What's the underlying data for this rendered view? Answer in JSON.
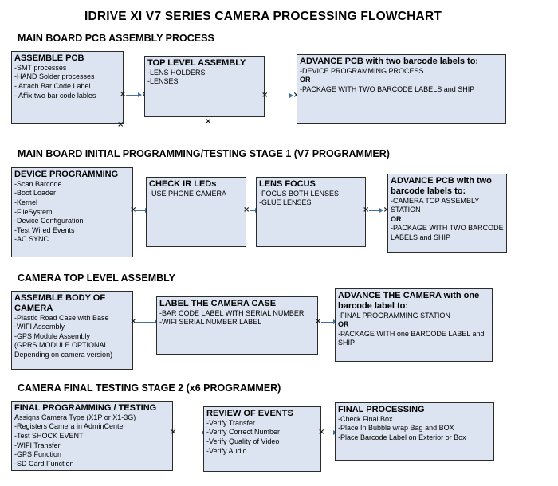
{
  "page_title": "IDRIVE XI V7 SERIES CAMERA PROCESSING FLOWCHART",
  "icons": {
    "connection_point": "×"
  },
  "colors": {
    "box_fill": "#dbe4f0",
    "box_border": "#2b2b2b",
    "arrow": "#41719c",
    "text": "#000000"
  },
  "sections": [
    {
      "heading": "MAIN BOARD PCB ASSEMBLY PROCESS",
      "boxes": [
        {
          "title": "ASSEMBLE PCB",
          "lines": [
            "-SMT processes",
            "-HAND Solder processes",
            "- Attach Bar Code Label",
            "- Affix two bar code lables"
          ]
        },
        {
          "title": "TOP LEVEL ASSEMBLY",
          "lines": [
            "-LENS HOLDERS",
            "-LENSES"
          ]
        },
        {
          "title": "ADVANCE PCB with two barcode labels to:",
          "lines": [
            "-DEVICE PROGRAMMING PROCESS",
            "OR",
            "-PACKAGE WITH TWO BARCODE LABELS and SHIP"
          ]
        }
      ]
    },
    {
      "heading": "MAIN BOARD INITIAL PROGRAMMING/TESTING STAGE 1 (V7 PROGRAMMER)",
      "boxes": [
        {
          "title": "DEVICE PROGRAMMING",
          "lines": [
            "-Scan Barcode",
            "-Boot Loader",
            "-Kernel",
            "-FileSystem",
            "-Device Configuration",
            "-Test Wired Events",
            "-AC SYNC"
          ]
        },
        {
          "title": "CHECK IR LEDs",
          "lines": [
            "-USE PHONE CAMERA"
          ]
        },
        {
          "title": "LENS FOCUS",
          "lines": [
            "-FOCUS BOTH LENSES",
            "-GLUE LENSES"
          ]
        },
        {
          "title": "ADVANCE PCB with two barcode labels to:",
          "lines": [
            "-CAMERA TOP ASSEMBLY STATION",
            "OR",
            "-PACKAGE WITH TWO BARCODE LABELS and SHIP"
          ]
        }
      ]
    },
    {
      "heading": "CAMERA TOP LEVEL ASSEMBLY",
      "boxes": [
        {
          "title": "ASSEMBLE BODY OF CAMERA",
          "lines": [
            "-Plastic Road Case with Base",
            "-WIFI Assembly",
            "-GPS Module Assembly",
            "(GPRS MODULE OPTIONAL",
            "Depending on camera version)"
          ]
        },
        {
          "title": "LABEL THE CAMERA CASE",
          "lines": [
            "-BAR CODE LABEL WITH SERIAL NUMBER",
            "-WIFI SERIAL NUMBER LABEL"
          ]
        },
        {
          "title": "ADVANCE THE CAMERA with one barcode label to:",
          "lines": [
            "-FINAL PROGRAMMING STATION",
            "OR",
            "-PACKAGE WITH one BARCODE LABEL and SHIP"
          ]
        }
      ]
    },
    {
      "heading": "CAMERA FINAL TESTING STAGE 2 (x6 PROGRAMMER)",
      "boxes": [
        {
          "title": "FINAL PROGRAMMING / TESTING",
          "lines": [
            "Assigns Camera Type (X1P or X1-3G)",
            "-Registers Camera in AdminCenter",
            "-Test SHOCK EVENT",
            "-WIFI Transfer",
            "-GPS Function",
            "-SD Card Function"
          ]
        },
        {
          "title": "REVIEW OF EVENTS",
          "lines": [
            "-Verify Transfer",
            "-Verify Correct Number",
            "-Verify Quality of Video",
            "-Verify Audio"
          ]
        },
        {
          "title": "FINAL PROCESSING",
          "lines": [
            "-Check Final Box",
            "-Place In Bubble wrap Bag and BOX",
            "-Place Barcode Label on Exterior or Box"
          ]
        }
      ]
    }
  ]
}
